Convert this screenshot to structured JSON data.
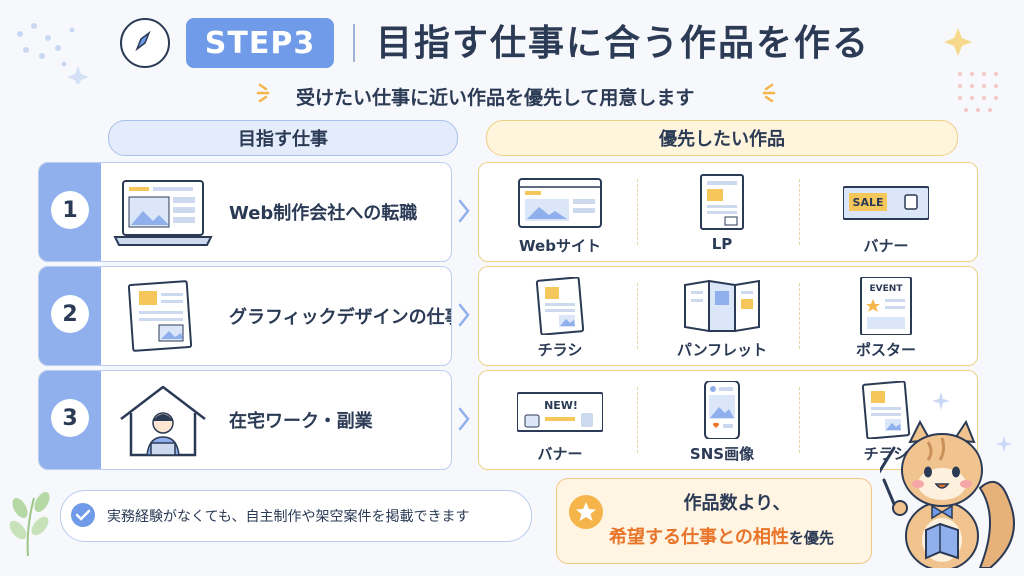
{
  "header": {
    "step": "STEP3",
    "title": "目指す仕事に合う作品を作る",
    "subtitle": "受けたい仕事に近い作品を優先して用意します"
  },
  "columns": {
    "left": "目指す仕事",
    "right": "優先したい作品"
  },
  "rows": [
    {
      "num": "1",
      "job": "Web制作会社への転職",
      "works": [
        "Webサイト",
        "LP",
        "バナー"
      ]
    },
    {
      "num": "2",
      "job": "グラフィックデザインの仕事",
      "works": [
        "チラシ",
        "パンフレット",
        "ポスター"
      ]
    },
    {
      "num": "3",
      "job": "在宅ワーク・副業",
      "works": [
        "バナー",
        "SNS画像",
        "チラシ"
      ]
    }
  ],
  "illustration_text": {
    "sale": "SALE",
    "event": "EVENT",
    "new": "NEW!"
  },
  "notes": {
    "left": "実務経験がなくても、自主制作や架空案件を掲載できます",
    "right_line1": "作品数より、",
    "right_highlight": "希望する仕事との相性",
    "right_rest": "を優先"
  },
  "colors": {
    "accent_blue": "#6f9be8",
    "accent_orange": "#e8742a",
    "navy": "#2b3a55"
  }
}
